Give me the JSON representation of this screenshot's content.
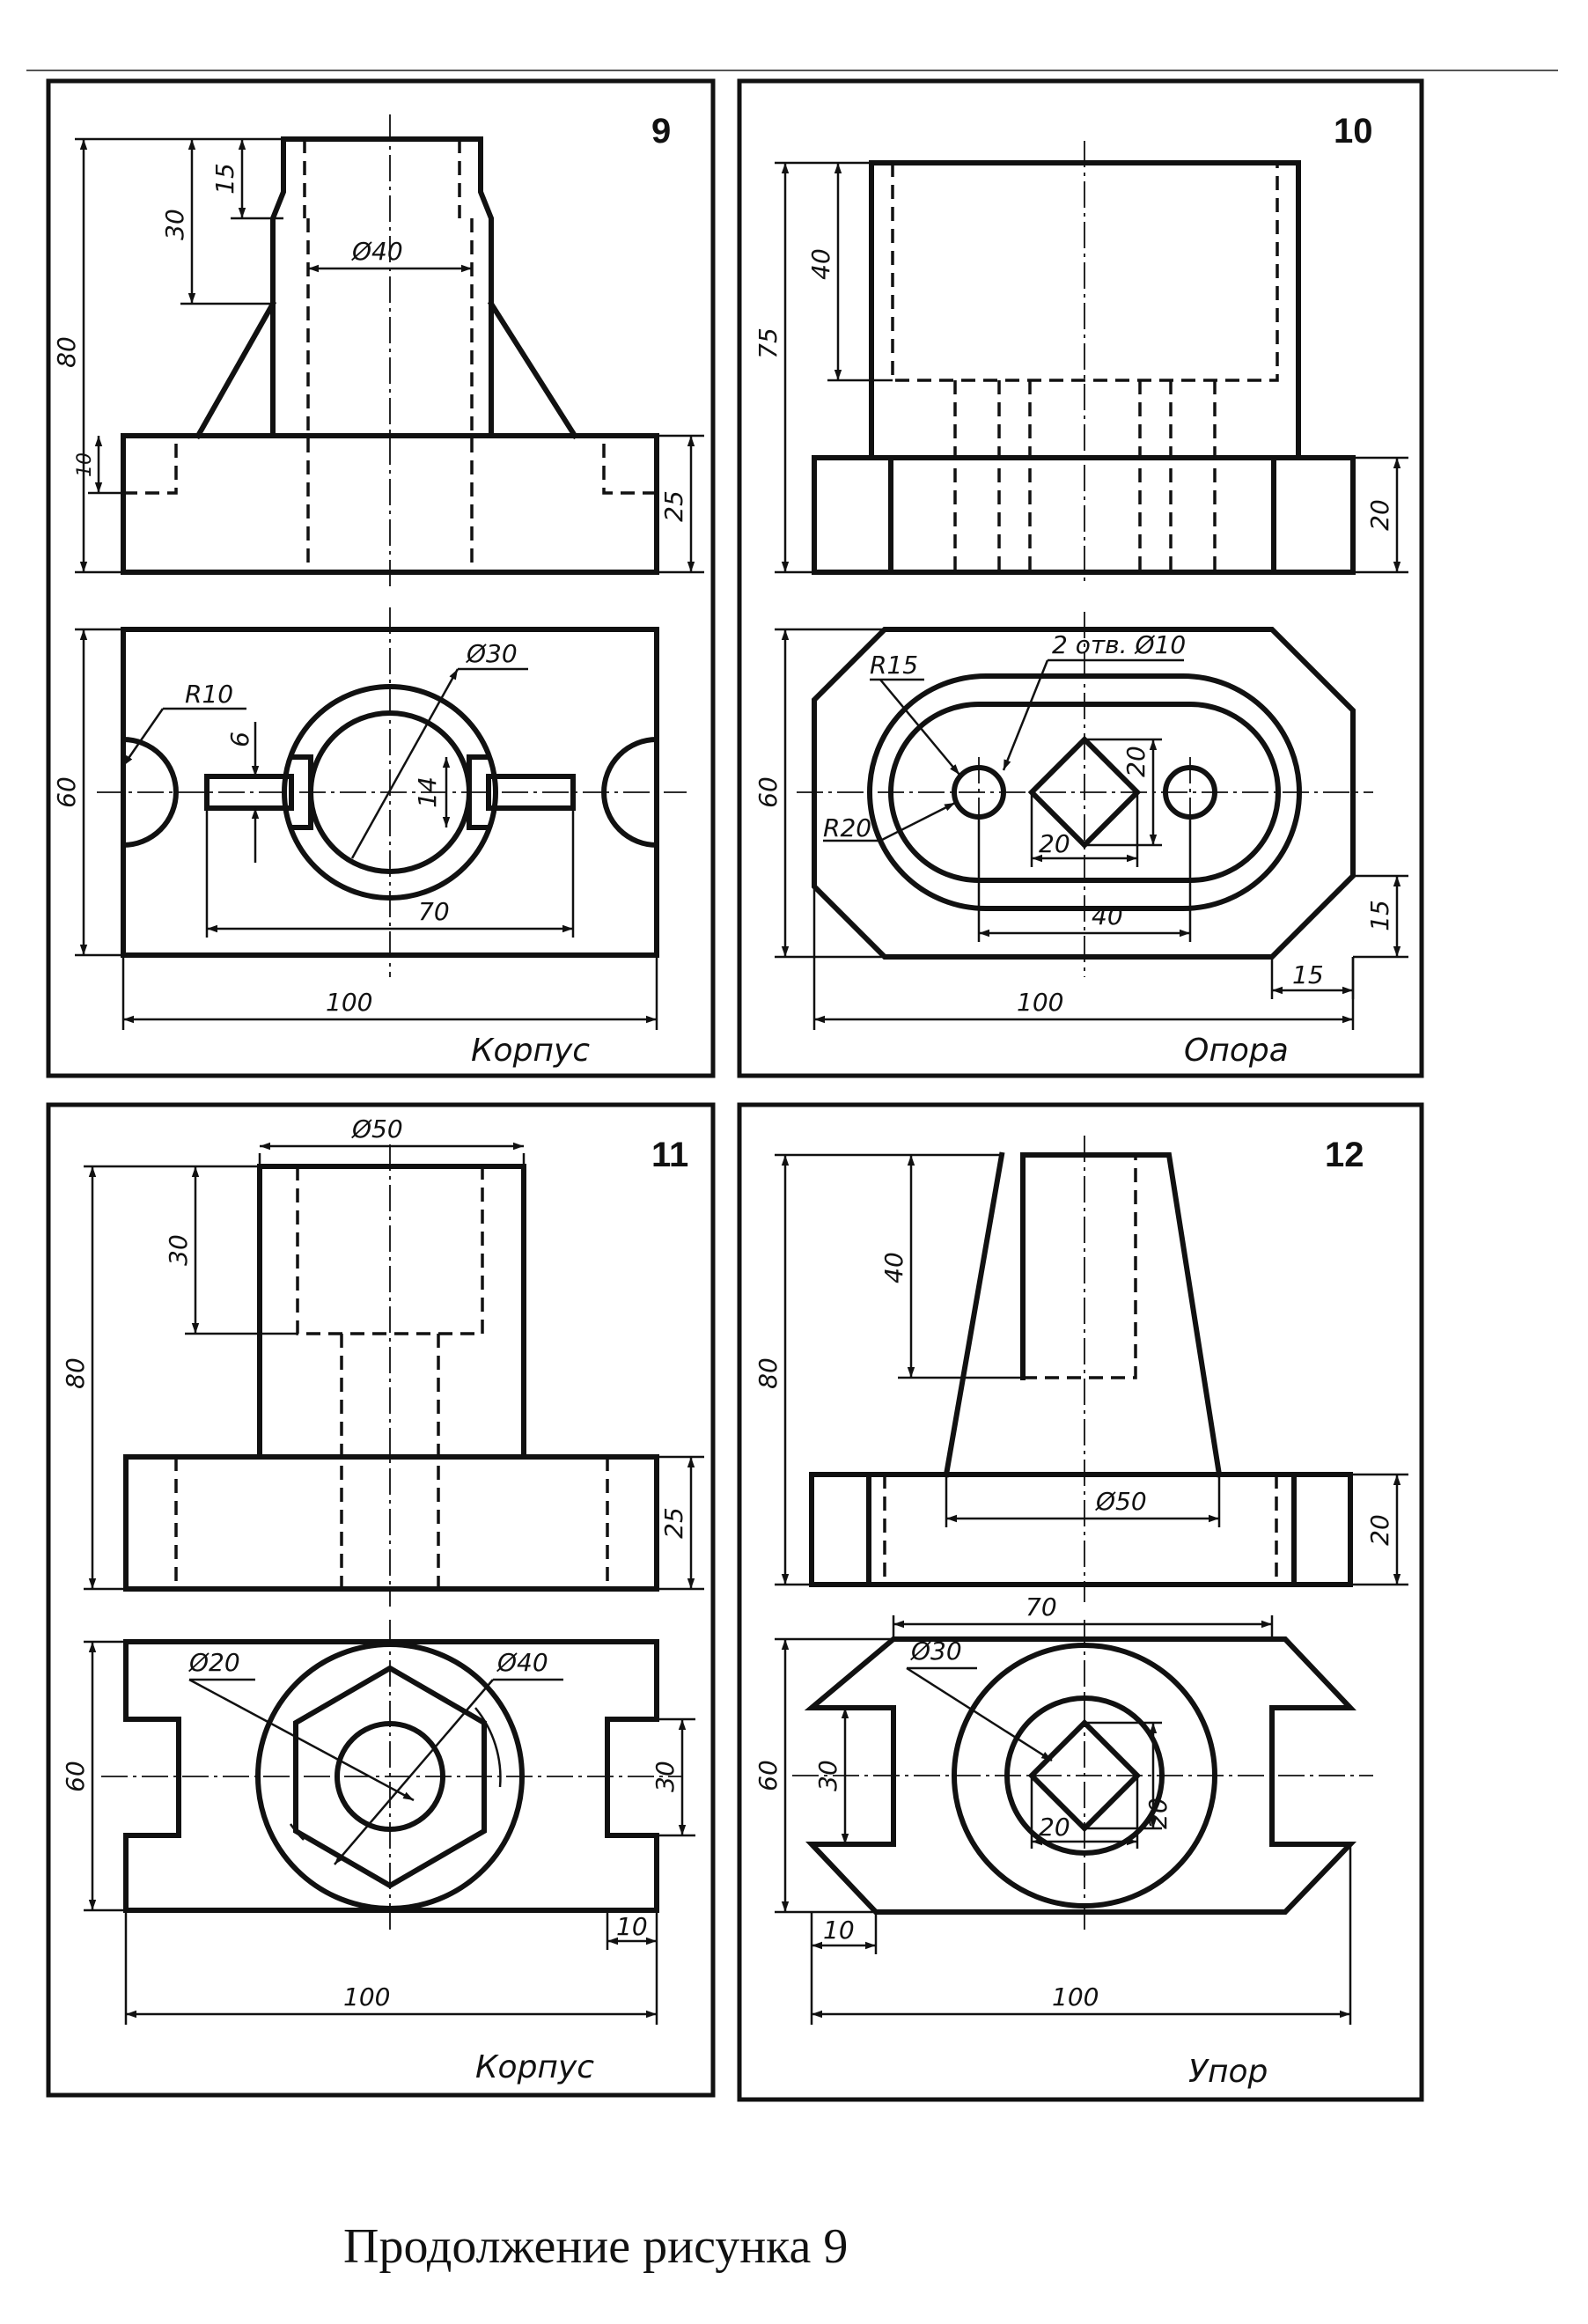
{
  "caption": "Продолжение рисунка 9",
  "panels": [
    {
      "number": "9",
      "name": "Корпус",
      "dims": {
        "d40": "Ø40",
        "d30": "Ø30",
        "r10": "R10",
        "h80": "80",
        "h30": "30",
        "h15": "15",
        "h10": "10",
        "h25": "25",
        "w60": "60",
        "w6": "6",
        "w14": "14",
        "w70": "70",
        "w100": "100"
      }
    },
    {
      "number": "10",
      "name": "Опора",
      "dims": {
        "h75": "75",
        "h40": "40",
        "h20": "20",
        "holes": "2 отв. Ø10",
        "r15": "R15",
        "r20": "R20",
        "w60": "60",
        "s20a": "20",
        "s20b": "20",
        "w40": "40",
        "c15a": "15",
        "c15b": "15",
        "w100": "100"
      }
    },
    {
      "number": "11",
      "name": "Корпус",
      "dims": {
        "d50": "Ø50",
        "h30": "30",
        "h80": "80",
        "h25": "25",
        "d20": "Ø20",
        "d40": "Ø40",
        "w60": "60",
        "w30": "30",
        "w10": "10",
        "w100": "100"
      }
    },
    {
      "number": "12",
      "name": "Упор",
      "dims": {
        "h40": "40",
        "h80": "80",
        "d50": "Ø50",
        "h20": "20",
        "w70": "70",
        "d30": "Ø30",
        "w60": "60",
        "w30": "30",
        "s20a": "20",
        "s20b": "20",
        "w10": "10",
        "w100": "100"
      }
    }
  ]
}
